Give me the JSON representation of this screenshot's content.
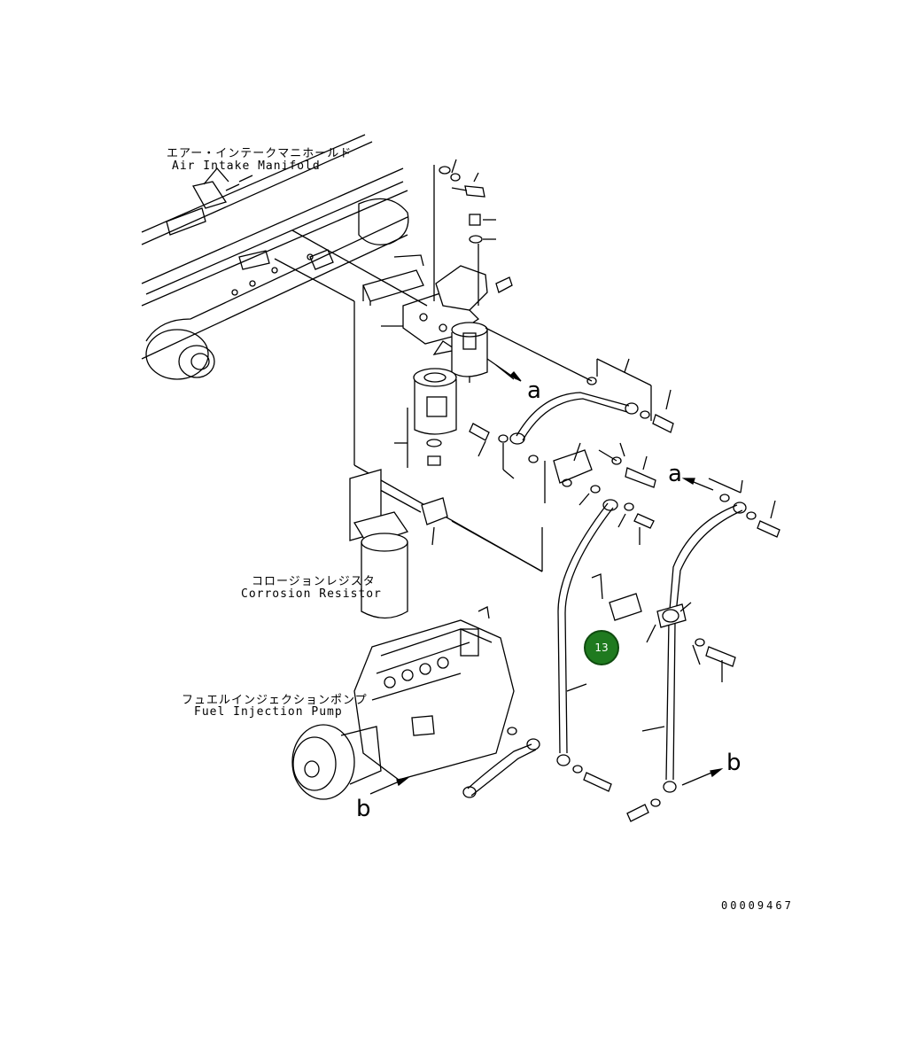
{
  "labels": {
    "manifold_jp": "エアー・インテークマニホールド",
    "manifold_en": "Air Intake Manifold",
    "corrosion_jp": "コロージョンレジスタ",
    "corrosion_en": "Corrosion Resistor",
    "pump_jp": "フュエルインジェクションポンプ",
    "pump_en": "Fuel Injection Pump"
  },
  "refs": {
    "a1": "a",
    "a2": "a",
    "b1": "b",
    "b2": "b"
  },
  "callout": {
    "number": "13",
    "color": "#1f7a1f"
  },
  "drawing_number": "00009467"
}
